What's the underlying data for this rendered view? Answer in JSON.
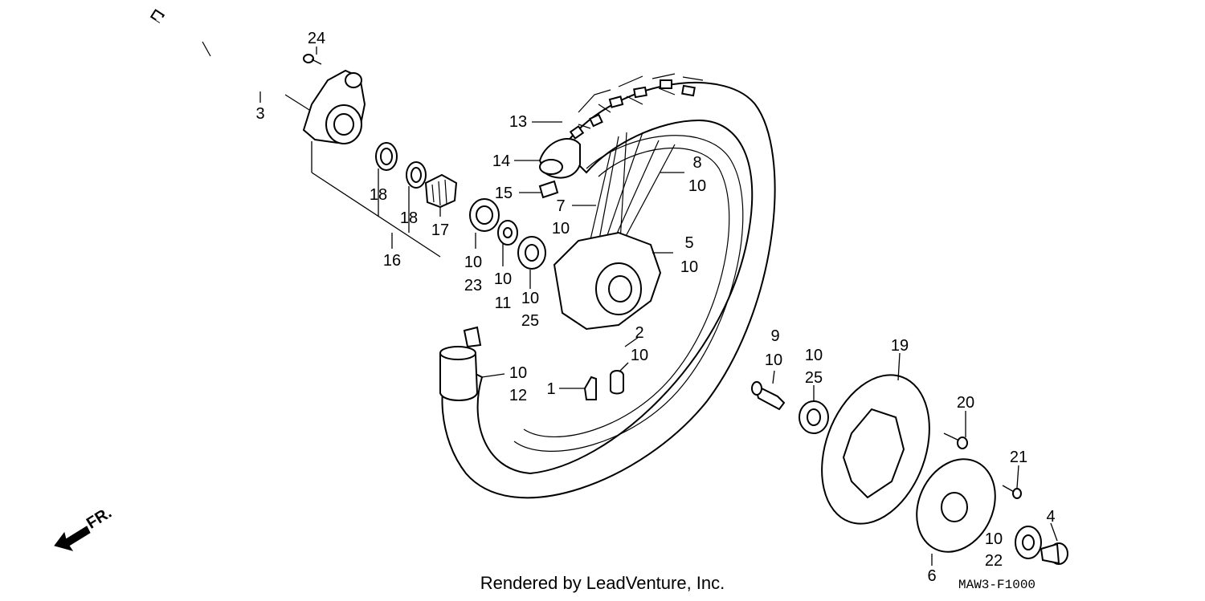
{
  "diagram": {
    "footer_text": "Rendered by LeadVenture, Inc.",
    "diagram_code": "MAW3-F1000",
    "direction_label": "FR.",
    "callouts": [
      {
        "key": "c24",
        "text": "24"
      },
      {
        "key": "c3",
        "text": "3"
      },
      {
        "key": "c18a",
        "text": "18"
      },
      {
        "key": "c18b",
        "text": "18"
      },
      {
        "key": "c17",
        "text": "17"
      },
      {
        "key": "c16",
        "text": "16"
      },
      {
        "key": "c13",
        "text": "13"
      },
      {
        "key": "c14",
        "text": "14"
      },
      {
        "key": "c15",
        "text": "15"
      },
      {
        "key": "c7",
        "text": "7"
      },
      {
        "key": "c8",
        "text": "8"
      },
      {
        "key": "c10_8",
        "text": "10"
      },
      {
        "key": "c10_7",
        "text": "10"
      },
      {
        "key": "c5",
        "text": "5"
      },
      {
        "key": "c10_5",
        "text": "10"
      },
      {
        "key": "c10_23",
        "text": "10"
      },
      {
        "key": "c23",
        "text": "23"
      },
      {
        "key": "c10_11",
        "text": "10"
      },
      {
        "key": "c11",
        "text": "11"
      },
      {
        "key": "c10_25a",
        "text": "10"
      },
      {
        "key": "c25a",
        "text": "25"
      },
      {
        "key": "c2",
        "text": "2"
      },
      {
        "key": "c10_2",
        "text": "10"
      },
      {
        "key": "c10_12",
        "text": "10"
      },
      {
        "key": "c12",
        "text": "12"
      },
      {
        "key": "c1",
        "text": "1"
      },
      {
        "key": "c9",
        "text": "9"
      },
      {
        "key": "c10_9",
        "text": "10"
      },
      {
        "key": "c10_25b",
        "text": "10"
      },
      {
        "key": "c25b",
        "text": "25"
      },
      {
        "key": "c19",
        "text": "19"
      },
      {
        "key": "c20",
        "text": "20"
      },
      {
        "key": "c21",
        "text": "21"
      },
      {
        "key": "c4",
        "text": "4"
      },
      {
        "key": "c10_22",
        "text": "10"
      },
      {
        "key": "c22",
        "text": "22"
      },
      {
        "key": "c6",
        "text": "6"
      }
    ]
  }
}
